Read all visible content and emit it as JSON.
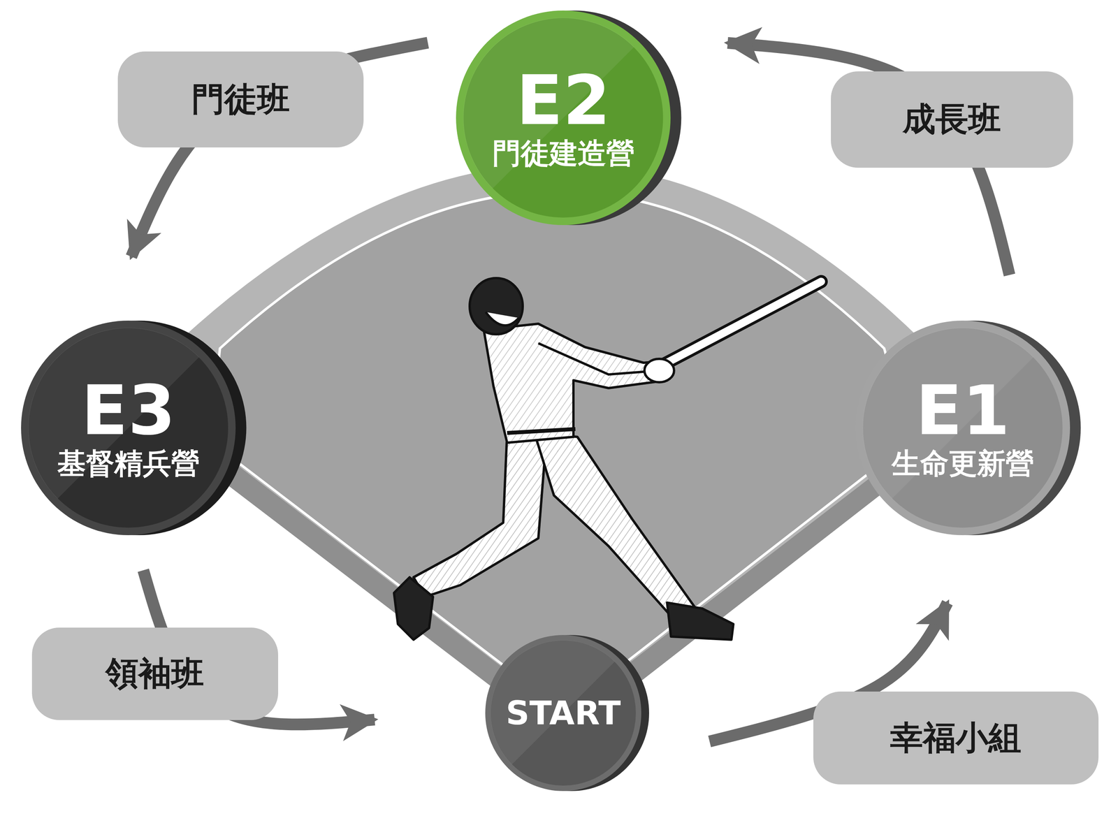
{
  "diagram": {
    "nodes": [
      {
        "text": [
          "E2",
          "門徒建造營"
        ]
      },
      {
        "text": [
          "E3",
          "基督精兵營"
        ]
      },
      {
        "text": [
          "E1",
          "生命更新營"
        ]
      },
      {
        "text": [
          "START"
        ]
      }
    ],
    "edges": [
      {
        "from": 3,
        "to": 2,
        "label": "幸福小組",
        "arrow": "to"
      },
      {
        "from": 2,
        "to": 0,
        "label": "成長班",
        "arrow": "to"
      },
      {
        "from": 0,
        "to": 1,
        "label": "門徒班",
        "arrow": "to"
      },
      {
        "from": 1,
        "to": 3,
        "label": "領袖班",
        "arrow": "to"
      }
    ]
  }
}
